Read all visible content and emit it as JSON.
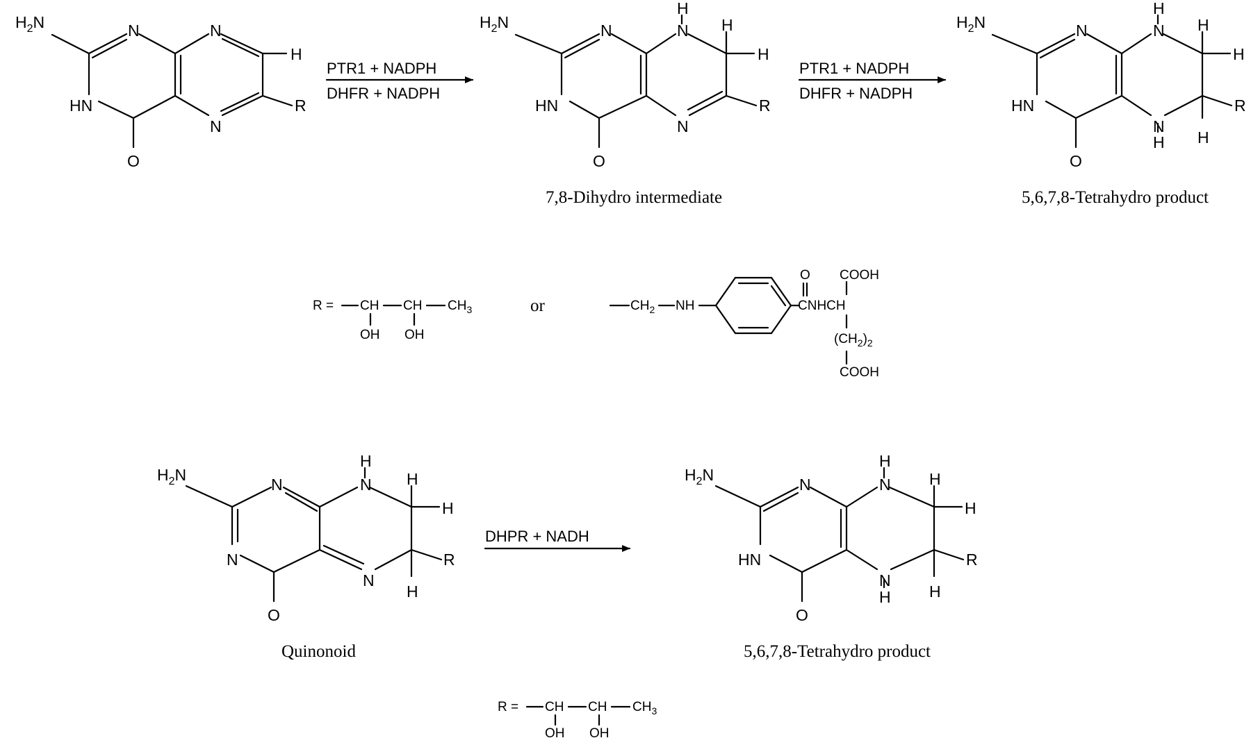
{
  "labels": {
    "h2n": "H",
    "h2n_sub": "2",
    "h2n_tail": "N",
    "n": "N",
    "h": "H",
    "hn": "HN",
    "nh": "NH",
    "o": "O",
    "r": "R",
    "double_check": ""
  },
  "reagents": {
    "step1_top": "PTR1 + NADPH",
    "step1_bottom": "DHFR + NADPH",
    "step2_top": "PTR1 + NADPH",
    "step2_bottom": "DHFR + NADPH",
    "step3_top": "DHPR + NADH"
  },
  "captions": {
    "dihydro": "7,8-Dihydro intermediate",
    "tetrahydro_top": "5,6,7,8-Tetrahydro product",
    "quinonoid": "Quinonoid",
    "tetrahydro_bottom": "5,6,7,8-Tetrahydro product",
    "or": "or"
  },
  "r_groups": {
    "r_equals": "R =",
    "ch": "CH",
    "ch3": "CH",
    "ch3_sub": "3",
    "oh": "OH",
    "ch2": "CH",
    "ch2_sub": "2",
    "nh": "NH",
    "o": "O",
    "cnhch": "CNHCH",
    "cooh": "COOH",
    "ch2_paren": "(CH",
    "ch2_paren_sub": "2",
    "ch2_paren_close": ")",
    "ch2_paren_outer_sub": "2"
  }
}
